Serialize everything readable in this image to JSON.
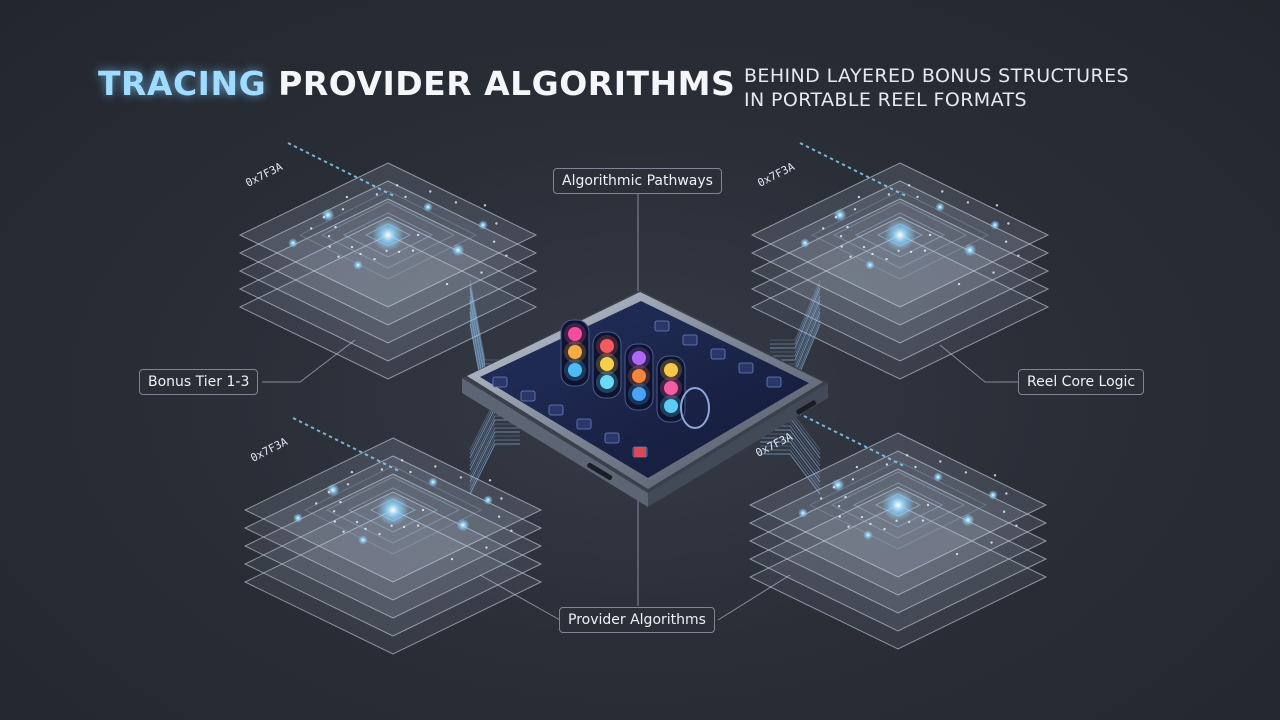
{
  "header": {
    "title_highlight": "TRACING",
    "title_rest": "PROVIDER ALGORITHMS",
    "subtitle_line1": "BEHIND LAYERED BONUS STRUCTURES",
    "subtitle_line2": "IN PORTABLE REEL FORMATS"
  },
  "labels": {
    "top": "Algorithmic Pathways",
    "left": "Bonus Tier 1-3",
    "right": "Reel Core Logic",
    "bottom": "Provider Algorithms"
  },
  "layer_codes": [
    "0x7F3A",
    "0x7F3A",
    "0x7F3A",
    "0x7F3A"
  ],
  "colors": {
    "background": "#262a33",
    "accent_cyan": "#8fd6ff",
    "glass": "#c8d4e8",
    "device_frame": "#9aa3b2",
    "screen": "#1a2a5e"
  },
  "icons": [
    "slot-reel-icon",
    "gem-icon",
    "node-icon",
    "button-icon"
  ]
}
